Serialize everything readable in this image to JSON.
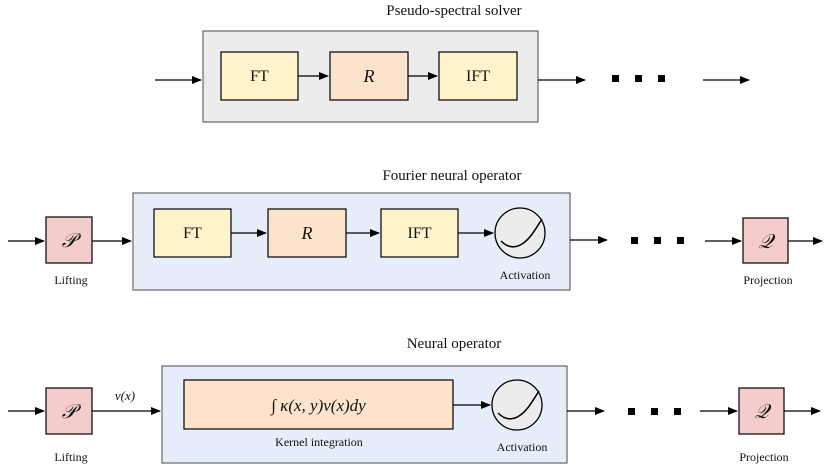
{
  "pseudo_spectral": {
    "title": "Pseudo-spectral solver",
    "ft": "FT",
    "r": "R",
    "ift": "IFT"
  },
  "fno": {
    "title": "Fourier neural operator",
    "p": "𝒫",
    "lifting": "Lifting",
    "ft": "FT",
    "r": "R",
    "ift": "IFT",
    "activation": "Activation",
    "q": "𝒬",
    "projection": "Projection"
  },
  "neural_operator": {
    "title": "Neural operator",
    "p": "𝒫",
    "lifting": "Lifting",
    "vx": "v(x)",
    "kernel_formula": "∫ κ(x, y)v(x)dy",
    "kernel_label": "Kernel integration",
    "activation": "Activation",
    "q": "𝒬",
    "projection": "Projection"
  },
  "colors": {
    "solver_bg": "#ececec",
    "operator_bg": "#e6eefb",
    "ft_fill": "#fff3cc",
    "r_fill": "#fde3cc",
    "pq_fill": "#f5cccc",
    "kernel_fill": "#fde3cc"
  },
  "icons": {
    "activation": "activation-curve-icon",
    "ellipsis": "ellipsis-dots-icon"
  }
}
